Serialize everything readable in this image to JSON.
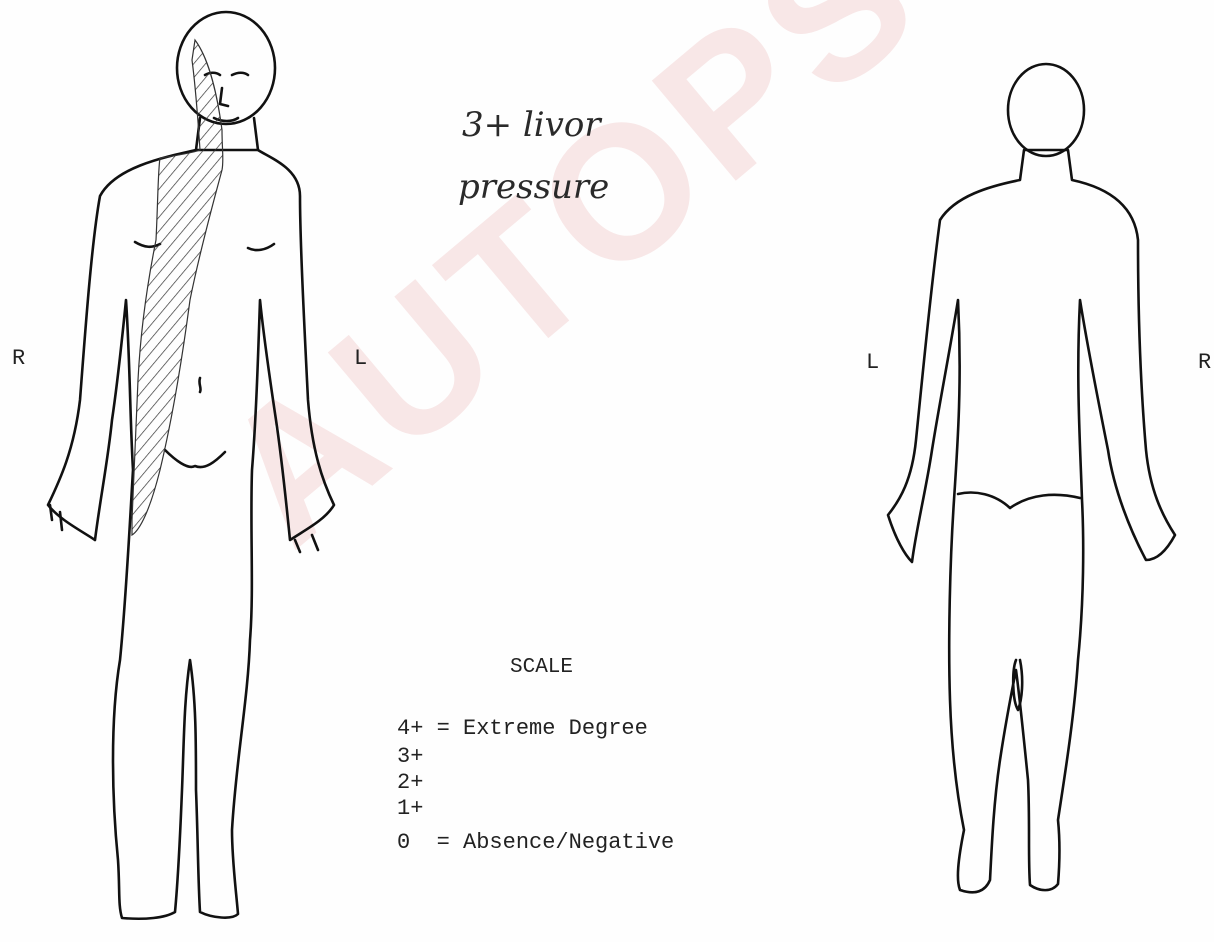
{
  "front_view": {
    "right_label": "R",
    "left_label": "L"
  },
  "back_view": {
    "left_label": "L",
    "right_label": "R"
  },
  "handwritten_note": {
    "line1": "3+ livor",
    "line2": "pressure"
  },
  "scale": {
    "title": "SCALE",
    "entries": [
      "4+ = Extreme Degree",
      "3+",
      "2+",
      "1+",
      "0  = Absence/Negative"
    ]
  },
  "watermark": {
    "text": "AUTOPSYFILES"
  }
}
